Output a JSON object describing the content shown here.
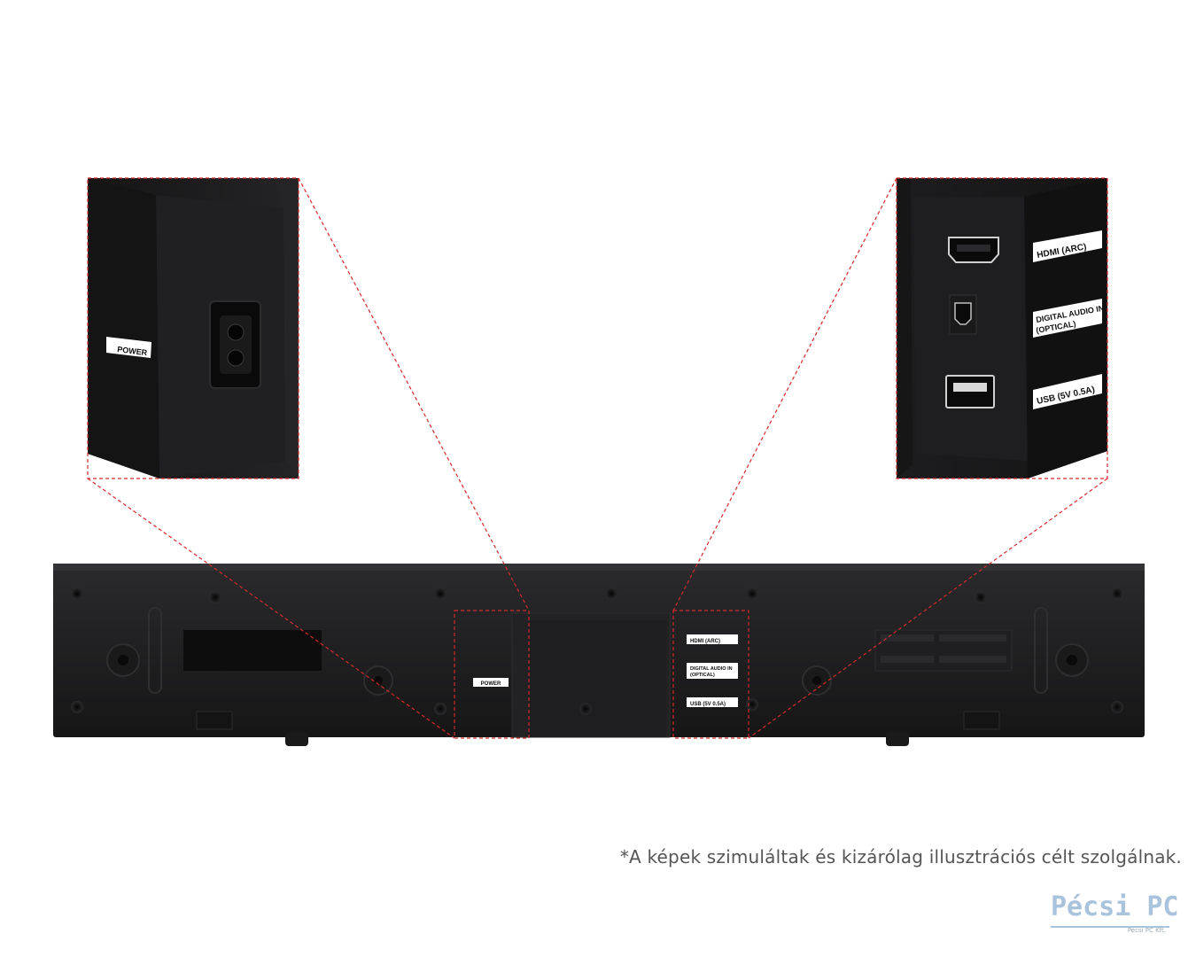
{
  "disclaimer": "*A képek szimuláltak és kizárólag illusztrációs célt szolgálnak.",
  "ports": {
    "power": "POWER",
    "hdmi": "HDMI (ARC)",
    "optical_line1": "DIGITAL AUDIO IN",
    "optical_line2": "(OPTICAL)",
    "usb": "USB (5V 0.5A)"
  },
  "logo": {
    "name": "Pécsi PC",
    "subtitle": "Pécsi PC Kft."
  },
  "colors": {
    "device": "#1c1c1e",
    "highlight_dash": "#d42a2a",
    "label_bg": "#ffffff"
  }
}
